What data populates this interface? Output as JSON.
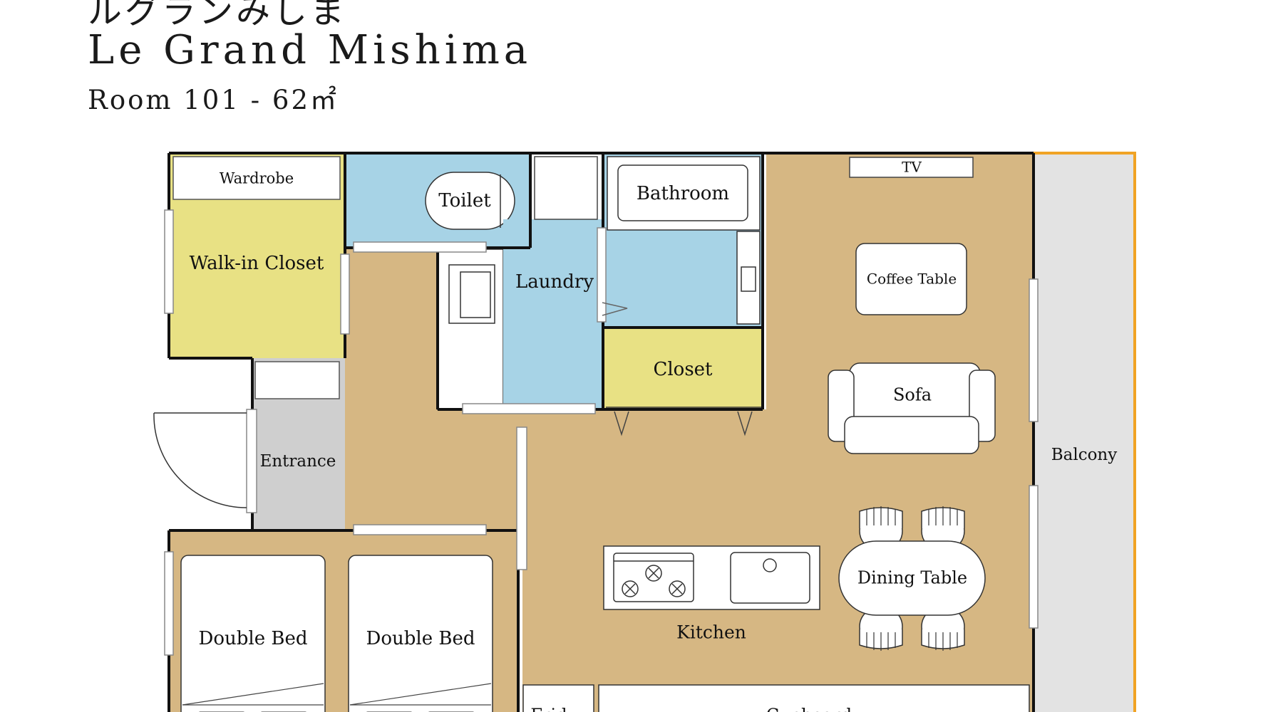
{
  "header": {
    "title_jp": "ルグランみしま",
    "title_en": "Le Grand Mishima",
    "room": "Room 101 - 62㎡"
  },
  "colors": {
    "floor": "#d6b783",
    "wet": "#a7d3e6",
    "storage": "#e8e184",
    "entrance": "#cfcfcf",
    "balcony": "#e3e3e3",
    "balcony_rail": "#f0a325",
    "wall": "#111111"
  },
  "labels": {
    "wardrobe": "Wardrobe",
    "walk_in_closet": "Walk-in Closet",
    "toilet": "Toilet",
    "laundry": "Laundry",
    "bathroom": "Bathroom",
    "closet": "Closet",
    "tv": "TV",
    "coffee_table": "Coffee Table",
    "sofa": "Sofa",
    "balcony": "Balcony",
    "entrance": "Entrance",
    "kitchen": "Kitchen",
    "dining_table": "Dining Table",
    "double_bed_1": "Double Bed",
    "double_bed_2": "Double Bed",
    "fridge_partial": "Frid",
    "cupboard_partial": "Cupboard"
  }
}
